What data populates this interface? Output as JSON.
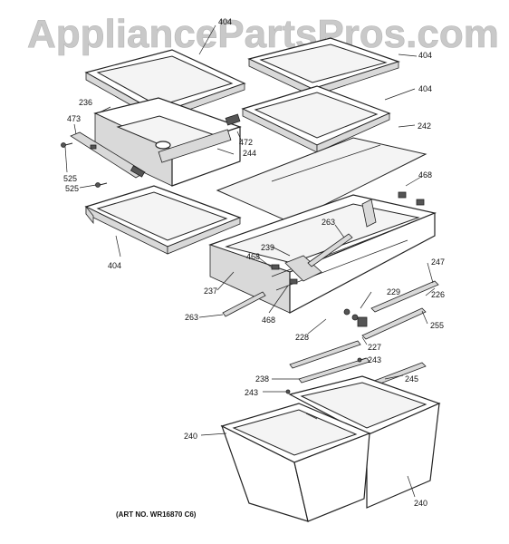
{
  "watermark": "AppliancePartsPros.com",
  "art_number": "(ART NO. WR16870 C6)",
  "callouts": {
    "c404_top_left": "404",
    "c404_top_right": "404",
    "c404_mid_right": "404",
    "c404_lower_left": "404",
    "c236": "236",
    "c473": "473",
    "c472": "472",
    "c244": "244",
    "c242": "242",
    "c468_right": "468",
    "c525_a": "525",
    "c525_b": "525",
    "c263_top": "263",
    "c239": "239",
    "c468_mid": "468",
    "c247": "247",
    "c237": "237",
    "c229": "229",
    "c226": "226",
    "c263_left": "263",
    "c468_low": "468",
    "c228": "228",
    "c255": "255",
    "c227": "227",
    "c243_a": "243",
    "c238": "238",
    "c245": "245",
    "c243_b": "243",
    "c240_left": "240",
    "c240_bottom": "240"
  }
}
